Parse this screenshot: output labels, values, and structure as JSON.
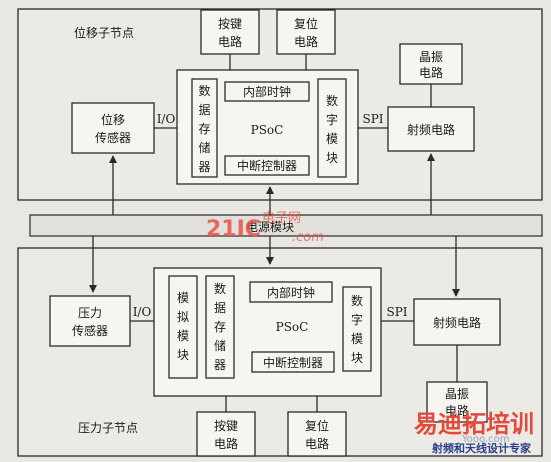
{
  "colors": {
    "line": "#2a2a2a",
    "paper": "#e9e7e2",
    "watermark_red": "#e24a3b",
    "watermark_blue": "#2c3f8c"
  },
  "top_node": {
    "title": "位移子节点",
    "key_circuit": [
      "按键",
      "电路"
    ],
    "reset_circuit": [
      "复位",
      "电路"
    ],
    "crystal": [
      "晶振",
      "电路"
    ],
    "sensor": [
      "位移",
      "传感器"
    ],
    "io_label": "I/O",
    "spi_label": "SPI",
    "psoc": {
      "label": "PSoC",
      "data_storage": [
        "数",
        "据",
        "存",
        "储",
        "器"
      ],
      "clock": "内部时钟",
      "interrupt": "中断控制器",
      "digital": [
        "数",
        "字",
        "模",
        "块"
      ]
    },
    "rf": "射频电路"
  },
  "power_module": "电源模块",
  "bottom_node": {
    "title": "压力子节点",
    "key_circuit": [
      "按键",
      "电路"
    ],
    "reset_circuit": [
      "复位",
      "电路"
    ],
    "crystal": [
      "晶振",
      "电路"
    ],
    "sensor": [
      "压力",
      "传感器"
    ],
    "io_label": "I/O",
    "spi_label": "SPI",
    "psoc": {
      "label": "PSoC",
      "analog": [
        "模",
        "拟",
        "模",
        "块"
      ],
      "data_storage": [
        "数",
        "据",
        "存",
        "储",
        "器"
      ],
      "clock": "内部时钟",
      "interrupt": "中断控制器",
      "digital": [
        "数",
        "字",
        "模",
        "块"
      ]
    },
    "rf": "射频电路"
  },
  "watermark": {
    "site_number": "21IC",
    "site_cn": "电子网",
    "site_com": ".com",
    "brand": "易迪拓培训",
    "brand_sub": "射频和天线设计专家",
    "brand_url": "Yooo.com"
  }
}
